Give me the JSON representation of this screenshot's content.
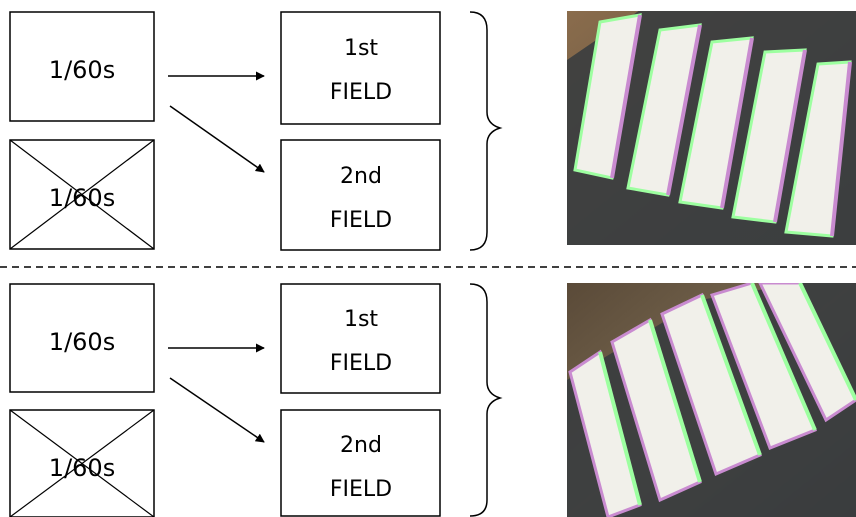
{
  "panels": [
    {
      "exposure_box": {
        "label": "1/60s"
      },
      "dropped_box": {
        "label": "1/60s"
      },
      "field1": {
        "line1": "1st",
        "line2": "FIELD"
      },
      "field2": {
        "line1": "2nd",
        "line2": "FIELD"
      },
      "photo": {
        "icon": "striped-target-photo",
        "stripe_count": 5
      }
    },
    {
      "exposure_box": {
        "label": "1/60s"
      },
      "dropped_box": {
        "label": "1/60s"
      },
      "field1": {
        "line1": "1st",
        "line2": "FIELD"
      },
      "field2": {
        "line1": "2nd",
        "line2": "FIELD"
      },
      "photo": {
        "icon": "striped-target-photo",
        "stripe_count": 5
      }
    }
  ],
  "colors": {
    "stroke": "#000000",
    "photo_background": "#6b5a45",
    "target_surface": "#3c3f41",
    "stripe": "#f1f0ea",
    "stripe_fringe_green": "#9dffa0",
    "stripe_fringe_magenta": "#c98bd0"
  }
}
